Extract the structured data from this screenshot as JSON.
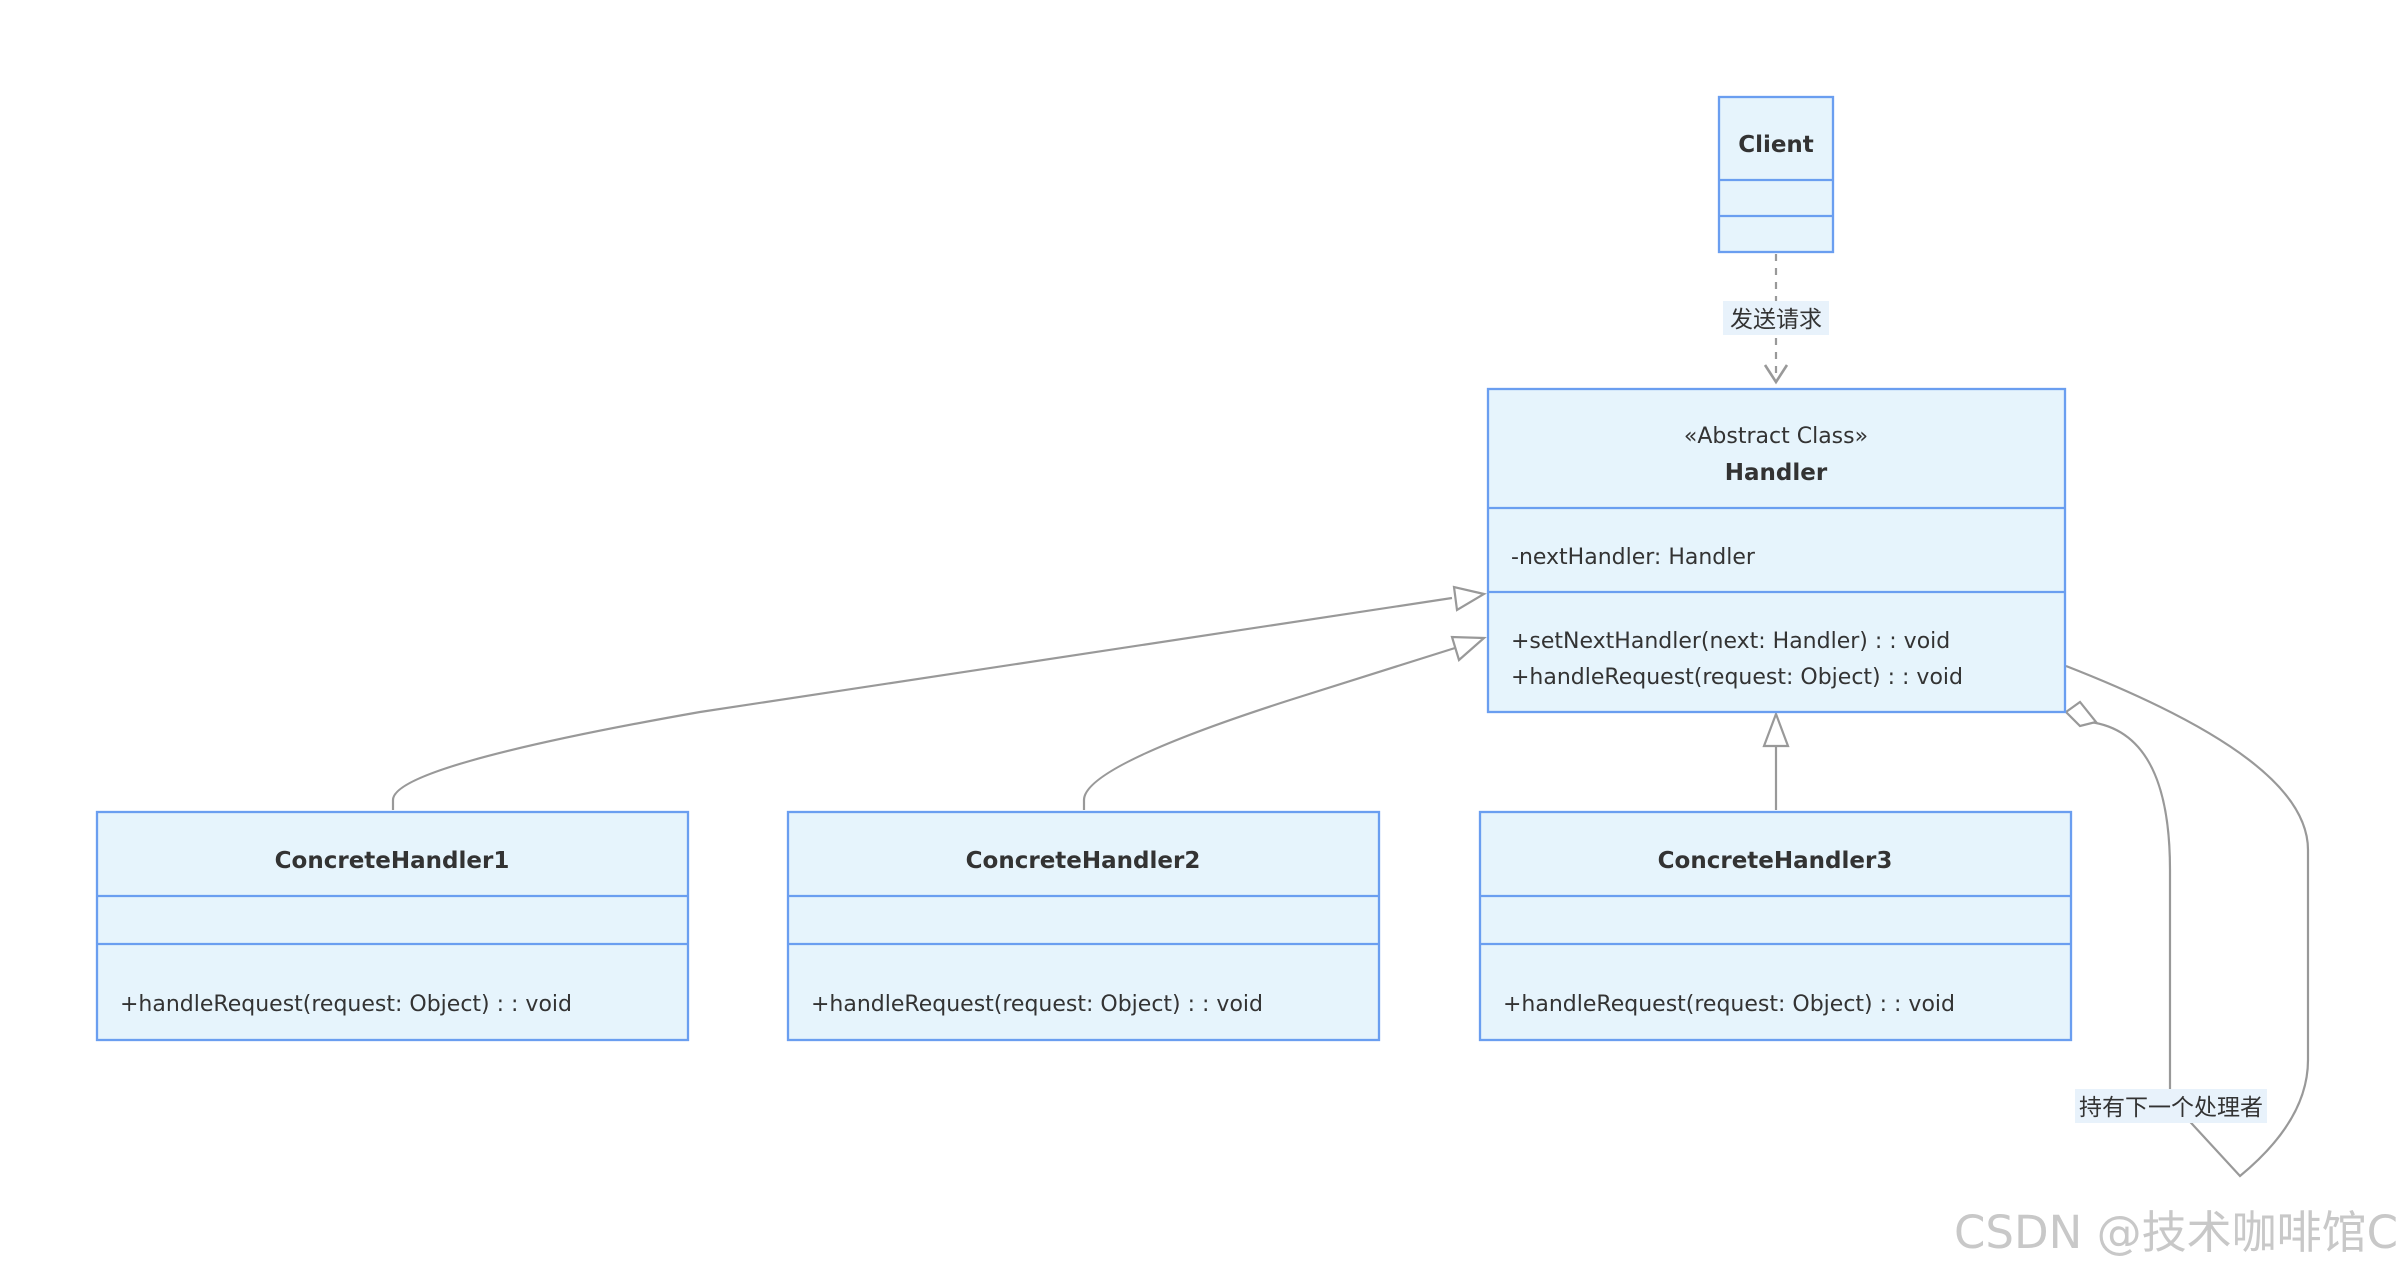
{
  "classes": {
    "client": {
      "name": "Client",
      "attributes": [],
      "methods": []
    },
    "handler": {
      "stereotype": "«Abstract Class»",
      "name": "Handler",
      "attributes": [
        "-nextHandler: Handler"
      ],
      "methods": [
        "+setNextHandler(next: Handler) : : void",
        "+handleRequest(request: Object) : : void"
      ]
    },
    "handler1": {
      "name": "ConcreteHandler1",
      "attributes": [],
      "methods": [
        "+handleRequest(request: Object) : : void"
      ]
    },
    "handler2": {
      "name": "ConcreteHandler2",
      "attributes": [],
      "methods": [
        "+handleRequest(request: Object) : : void"
      ]
    },
    "handler3": {
      "name": "ConcreteHandler3",
      "attributes": [],
      "methods": [
        "+handleRequest(request: Object) : : void"
      ]
    }
  },
  "relations": {
    "client_to_handler": {
      "type": "dependency",
      "label": "发送请求"
    },
    "handler1_inherits": {
      "type": "inheritance"
    },
    "handler2_inherits": {
      "type": "inheritance"
    },
    "handler3_inherits": {
      "type": "inheritance"
    },
    "handler_self": {
      "type": "aggregation",
      "label": "持有下一个处理者"
    }
  },
  "watermark": "CSDN @技术咖啡馆C",
  "colors": {
    "box_fill": "#e6f4fc",
    "box_stroke": "#6a9ef0",
    "edge": "#999999",
    "label_bg": "#e8f2fb"
  }
}
